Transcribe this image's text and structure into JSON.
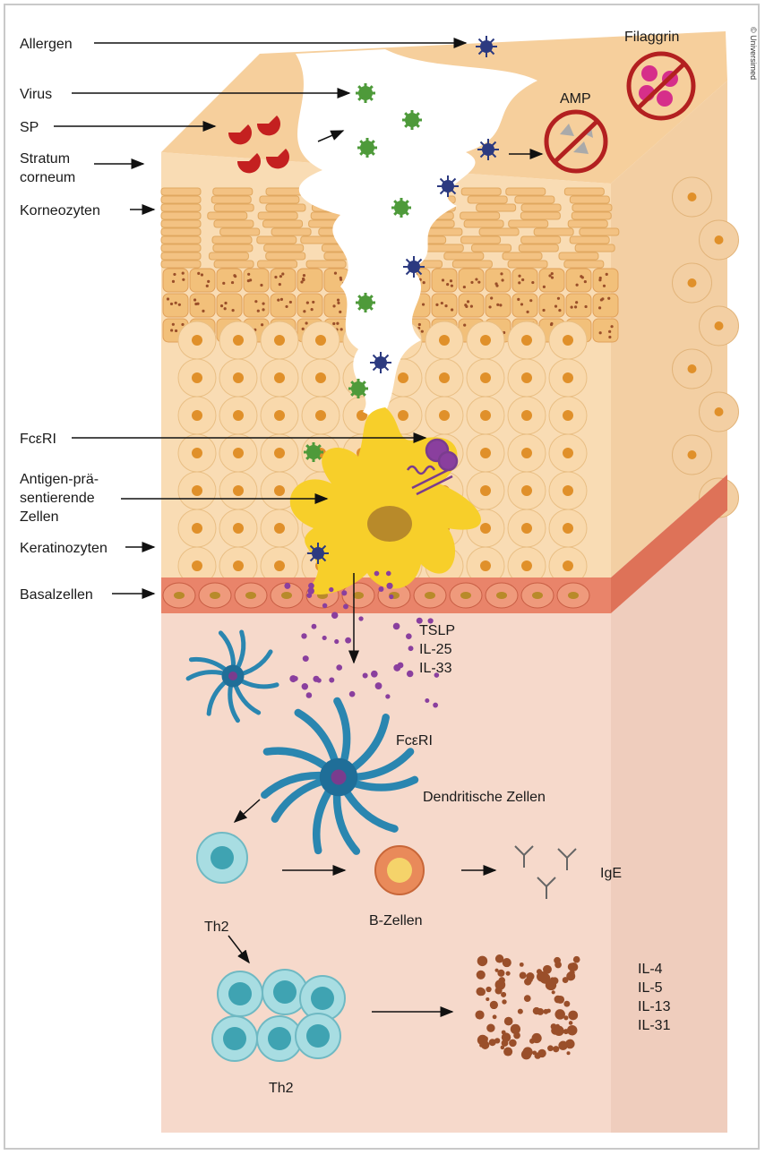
{
  "copyright": "© Universimed",
  "labels": {
    "allergen": "Allergen",
    "virus": "Virus",
    "sp": "SP",
    "stratum_1": "Stratum",
    "stratum_2": "corneum",
    "korneozyten": "Korneozyten",
    "fceri_left": "FcεRI",
    "apc_1": "Antigen-prä-",
    "apc_2": "sentierende",
    "apc_3": "Zellen",
    "keratinozyten": "Keratinozyten",
    "basalzellen": "Basalzellen",
    "filaggrin": "Filaggrin",
    "amp": "AMP",
    "tslp": "TSLP",
    "il25": "IL-25",
    "il33": "IL-33",
    "fceri_right": "FcεRI",
    "dendritische": "Dendritische Zellen",
    "ige": "IgE",
    "th2_top": "Th2",
    "b_zellen": "B-Zellen",
    "th2_bottom": "Th2",
    "il4": "IL-4",
    "il5": "IL-5",
    "il13": "IL-13",
    "il31": "IL-31"
  },
  "colors": {
    "corneum": "#f6cf9c",
    "epidermis": "#f9dcb4",
    "cell_nucleus": "#e0902a",
    "basal": "#e9846a",
    "dermis": "#f6d9cb",
    "apc": "#f7cf2a",
    "dendritic": "#2a86b0",
    "th2": "#a8dde2",
    "virus_green": "#4e9a3a",
    "allergen_blue": "#2c3a80",
    "sp_red": "#c42020",
    "cytokine": "#9a4f2a",
    "tslp_dot": "#8a3f9e"
  }
}
